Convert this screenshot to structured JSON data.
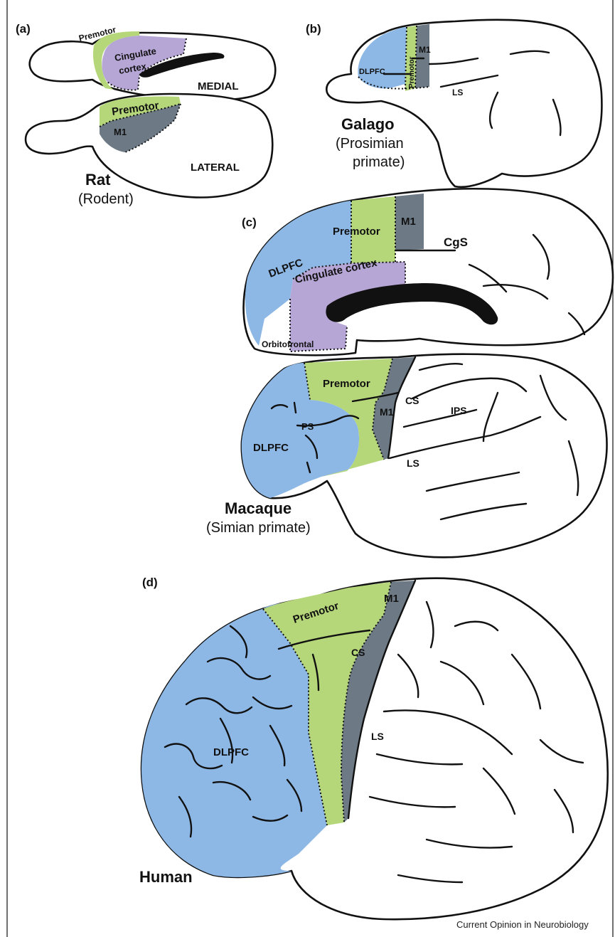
{
  "panels": {
    "a": "(a)",
    "b": "(b)",
    "c": "(c)",
    "d": "(d)"
  },
  "rat": {
    "name": "Rat",
    "group": "(Rodent)",
    "medial_label": "MEDIAL",
    "lateral_label": "LATERAL",
    "premotor_medial": "Premotor",
    "cingulate_line1": "Cingulate",
    "cingulate_line2": "cortex",
    "premotor_lateral": "Premotor",
    "m1": "M1"
  },
  "galago": {
    "name": "Galago",
    "group_line1": "(Prosimian",
    "group_line2": "primate)",
    "dlpfc": "DLPFC",
    "premotor": "Premotor",
    "m1": "M1",
    "ls": "LS"
  },
  "macaque": {
    "name": "Macaque",
    "group": "(Simian primate)",
    "medial_dlpfc": "DLPFC",
    "medial_premotor": "Premotor",
    "medial_m1": "M1",
    "cgs": "CgS",
    "cingulate": "Cingulate cortex",
    "orbitofrontal": "Orbitofrontal",
    "lateral_premotor": "Premotor",
    "lateral_m1": "M1",
    "cs": "CS",
    "ips": "IPS",
    "ps": "PS",
    "lateral_dlpfc": "DLPFC",
    "ls": "LS"
  },
  "human": {
    "name": "Human",
    "premotor": "Premotor",
    "m1": "M1",
    "cs": "CS",
    "dlpfc": "DLPFC",
    "ls": "LS"
  },
  "credit": "Current Opinion in Neurobiology",
  "colors": {
    "premotor": "#b5d77a",
    "m1": "#6d7a85",
    "dlpfc": "#8db8e6",
    "cingulate": "#b6a6d6"
  }
}
